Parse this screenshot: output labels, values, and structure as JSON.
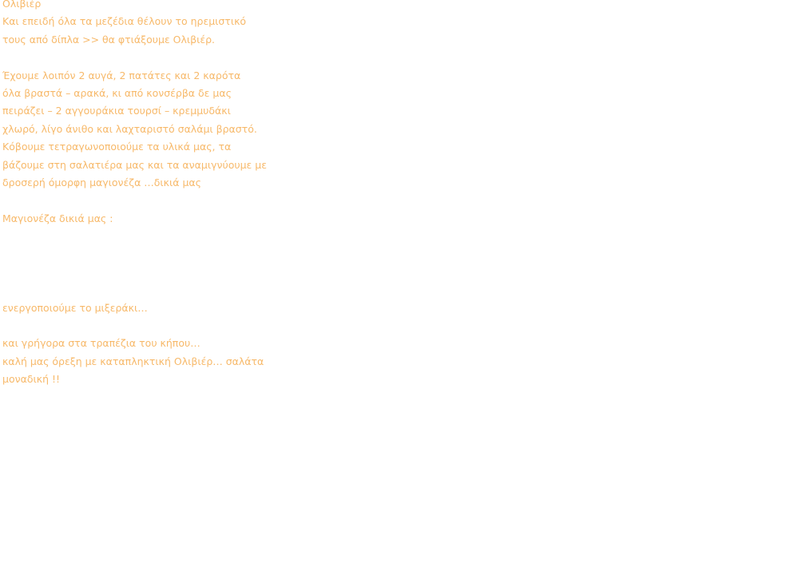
{
  "post": {
    "title": "Ολιβιέρ",
    "intro": [
      "Και επειδή όλα τα μεζέδια θέλουν το ηρεμιστικό",
      "τους από δίπλα >> θα φτιάξουμε Ολιβιέρ."
    ],
    "ingredients": [
      "Έχουμε λοιπόν 2 αυγά, 2 πατάτες και 2 καρότα",
      "όλα βραστά – αρακά, κι από κονσέρβα δε μας",
      "πειράζει – 2 αγγουράκια τουρσί – κρεμμυδάκι",
      "χλωρό, λίγο άνιθο και λαχταριστό σαλάμι βραστό.",
      "Κόβουμε τετραγωνοποιούμε τα υλικά μας, τα",
      "βάζουμε στη σαλατιέρα μας και τα αναμιγνύουμε με",
      "δροσερή όμορφη μαγιονέζα …δικιά μας"
    ],
    "mayo_heading": "Μαγιονέζα δικιά μας :",
    "mixer_line": "ενεργοποιούμε το μιξεράκι…",
    "closing": [
      "και γρήγορα στα τραπέζια του κήπου…",
      "καλή μας όρεξη με καταπληκτική Ολιβιέρ… σαλάτα",
      "μοναδική !!"
    ]
  }
}
